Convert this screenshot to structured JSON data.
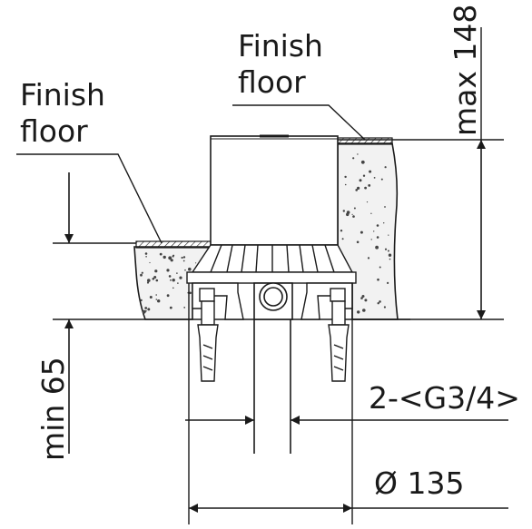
{
  "labels": {
    "finish_floor_left_1": "Finish",
    "finish_floor_left_2": "floor",
    "finish_floor_right_1": "Finish",
    "finish_floor_right_2": "floor",
    "max_height": "max 148",
    "min_depth": "min 65",
    "connection": "2-<G3/4>",
    "diameter": "Ø 135"
  },
  "colors": {
    "line": "#1a1a1a",
    "concrete": "#f2f2f2",
    "speckle": "#444444"
  }
}
